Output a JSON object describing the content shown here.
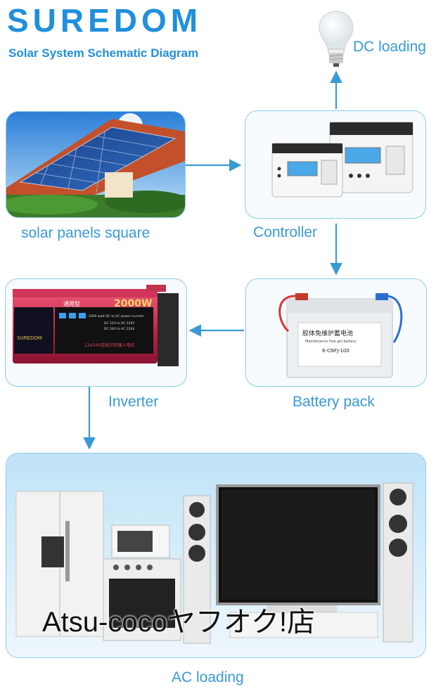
{
  "header": {
    "brand": "SUREDOM",
    "subtitle": "Solar System Schematic Diagram"
  },
  "nodes": {
    "solar": {
      "label": "solar panels square"
    },
    "controller": {
      "label": "Controller"
    },
    "dc_loading": {
      "label": "DC loading"
    },
    "battery": {
      "label": "Battery pack",
      "device_text": [
        "胶体免维护蓄电池",
        "Maintenance free gel battery",
        "6-CNFJ-100"
      ]
    },
    "inverter": {
      "label": "Inverter",
      "device_text": {
        "type": "通用型",
        "power": "2000W",
        "brand": "SUREDOM",
        "lines": [
          "2000 watt DC to AC power inverter",
          "DC 12V to AC 220V",
          "DC 24V to AC 220V",
          "12V24V智能识别输入电压"
        ]
      }
    },
    "ac_loading": {
      "label": "AC loading"
    }
  },
  "watermark": "Atsu-cocoヤフオク!店",
  "colors": {
    "accent": "#1f8fde",
    "arrow": "#3a9ad6",
    "border": "#8fcbf0"
  }
}
